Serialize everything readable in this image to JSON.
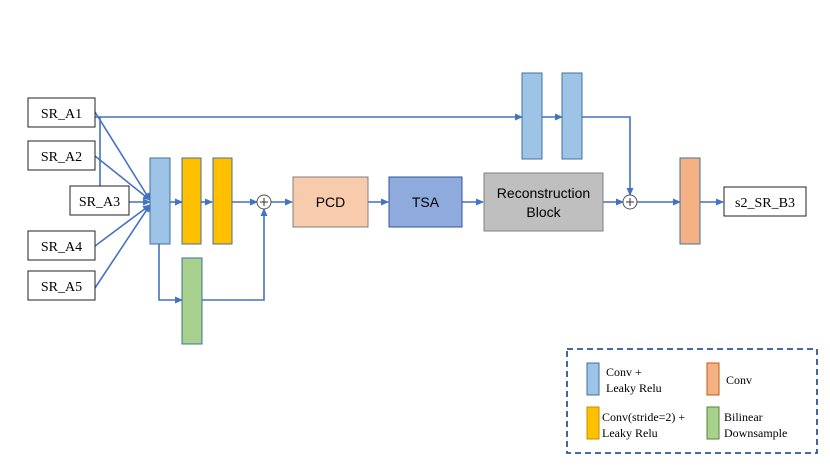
{
  "inputs": [
    "SR_A1",
    "SR_A2",
    "SR_A3",
    "SR_A4",
    "SR_A5"
  ],
  "output": "s2_SR_B3",
  "blocks": {
    "pcd": "PCD",
    "tsa": "TSA",
    "reconstruction": [
      "Reconstruction",
      "Block"
    ]
  },
  "legend": {
    "conv_leaky": [
      "Conv +",
      "Leaky Relu"
    ],
    "conv": "Conv",
    "conv_stride": [
      "Conv(stride=2) +",
      "Leaky Relu"
    ],
    "bilinear": [
      "Bilinear",
      "Downsample"
    ]
  },
  "colors": {
    "arrow": "#4472c4",
    "conv_leaky": "#9dc3e6",
    "conv_stride": "#ffc000",
    "bilinear": "#a9d18e",
    "conv": "#f4b183",
    "pcd": "#f8cbad",
    "tsa": "#8faadc",
    "reconstruction": "#bfbfbf"
  }
}
